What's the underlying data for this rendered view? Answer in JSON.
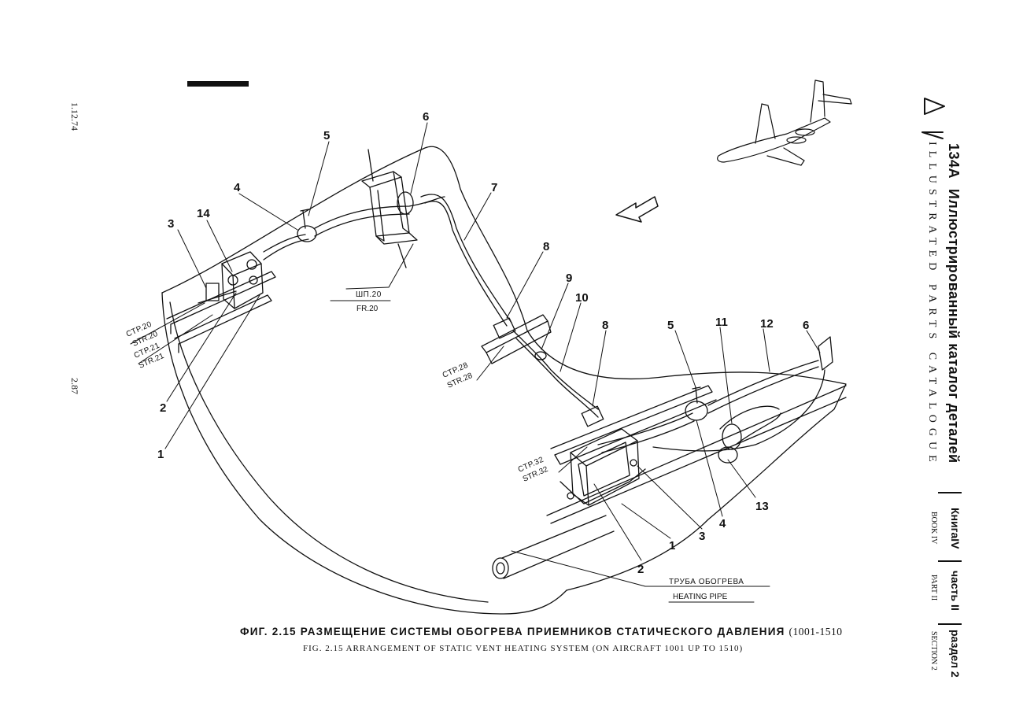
{
  "sidebar": {
    "model": "134A",
    "title_ru": "Иллюстрированный каталог деталей",
    "title_en": "ILLUSTRATED PARTS CATALOGUE",
    "book_ru": "КнигаIV",
    "part_ru": "часть II",
    "section_ru": "раздел 2",
    "book_en": "BOOK IV",
    "part_en": "PART II",
    "section_en": "SECTION 2"
  },
  "margin": {
    "date": "1.12.74",
    "page": "2.87"
  },
  "diagram": {
    "callouts": {
      "c1a": "1",
      "c2a": "2",
      "c3a": "3",
      "c14": "14",
      "c4a": "4",
      "c5a": "5",
      "c6a": "6",
      "c7": "7",
      "c8a": "8",
      "c9": "9",
      "c10": "10",
      "c8b": "8",
      "c5b": "5",
      "c11": "11",
      "c12": "12",
      "c6b": "6",
      "c13": "13",
      "c4b": "4",
      "c3b": "3",
      "c1b": "1",
      "c2b": "2"
    },
    "refs": {
      "str20_ru": "СТР.20",
      "str20_en": "STR.20",
      "str21_ru": "СТР.21",
      "str21_en": "STR.21",
      "fr20_ru": "ШП.20",
      "fr20_en": "FR.20",
      "str28_ru": "СТР.28",
      "str28_en": "STR.28",
      "str32_ru": "СТР.32",
      "str32_en": "STR.32",
      "pipe_ru": "ТРУБА ОБОГРЕВА",
      "pipe_en": "HEATING PIPE"
    }
  },
  "caption": {
    "ru": "ФИГ. 2.15 РАЗМЕЩЕНИЕ СИСТЕМЫ ОБОГРЕВА ПРИЕМНИКОВ СТАТИЧЕСКОГО ДАВЛЕНИЯ",
    "ru_range": "(1001-1510",
    "en": "FIG. 2.15 ARRANGEMENT OF STATIC VENT HEATING SYSTEM (ON AIRCRAFT 1001 UP TO 1510)"
  }
}
